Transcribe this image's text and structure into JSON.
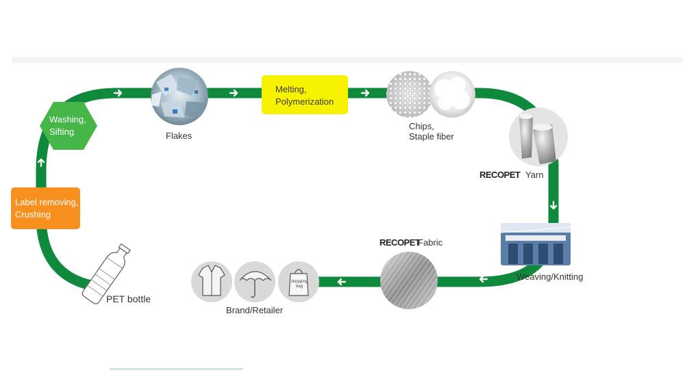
{
  "steps": {
    "washing": {
      "line1": "Washing,",
      "line2": "Sifting"
    },
    "label_removing": {
      "line1": "Label removing,",
      "line2": "Crushing"
    },
    "melting": {
      "line1": "Melting,",
      "line2": "Polymerization"
    }
  },
  "labels": {
    "flakes": "Flakes",
    "chips": "Chips,",
    "staple": "Staple fiber",
    "yarn": "Yarn",
    "weaving": "Weaving/Knitting",
    "fabric": "Fabric",
    "brand_retailer": "Brand/Retailer",
    "pet_bottle": "PET bottle",
    "shopping_bag": "shopping bag"
  },
  "brand": {
    "name": "RECOPET"
  },
  "colors": {
    "track": "#0f8a3c",
    "washing": "#47b649",
    "label_removing": "#f7901e",
    "melting": "#f7f200"
  }
}
